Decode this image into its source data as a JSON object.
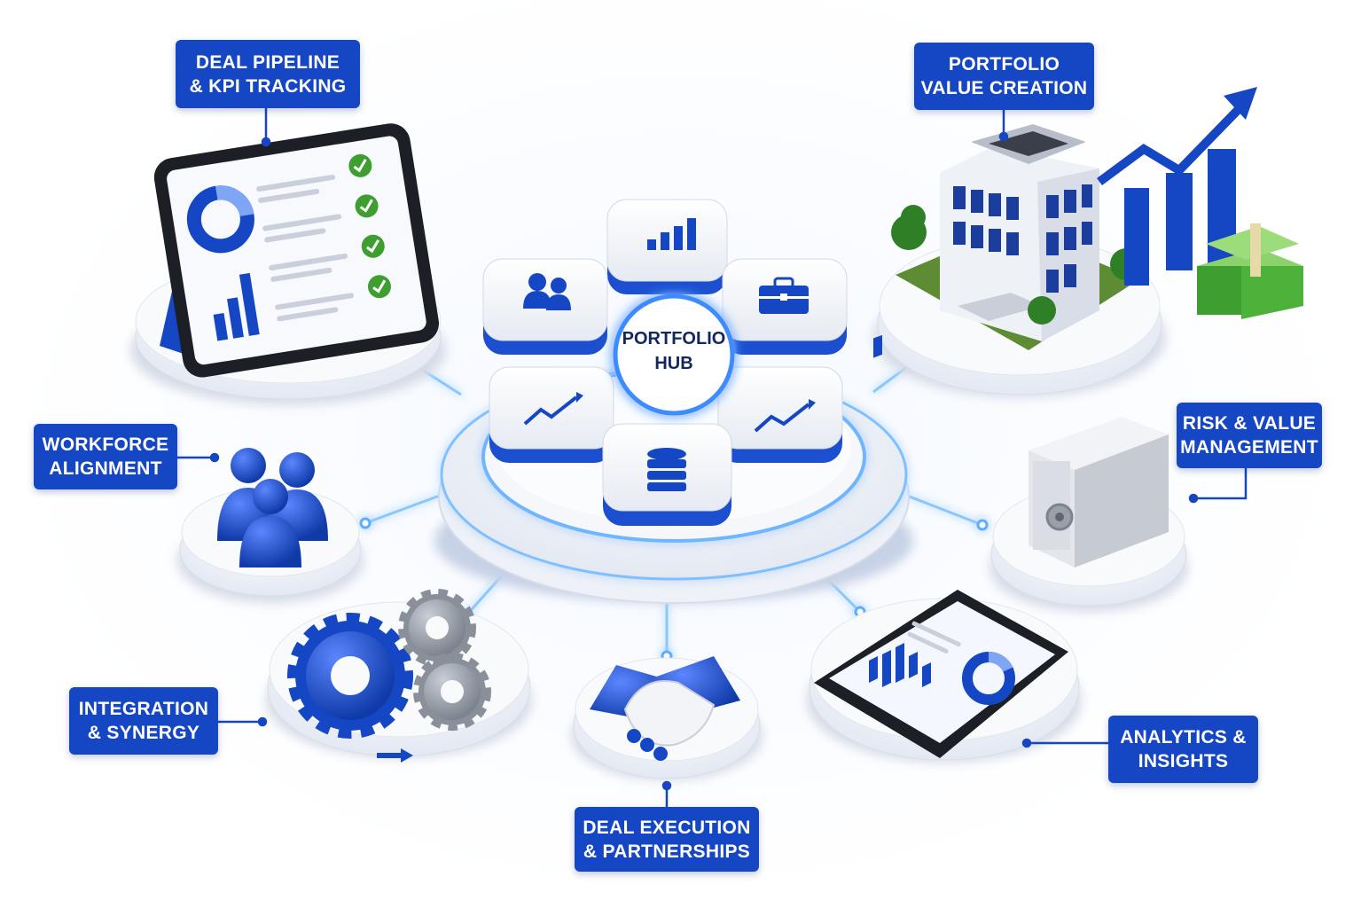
{
  "hub": {
    "line1": "PORTFOLIO",
    "line2": "HUB"
  },
  "nodes": {
    "deal_pipeline": {
      "line1": "DEAL PIPELINE",
      "line2": "& KPI TRACKING"
    },
    "portfolio_value": {
      "line1": "PORTFOLIO",
      "line2": "VALUE CREATION"
    },
    "workforce": {
      "line1": "WORKFORCE",
      "line2": "ALIGNMENT"
    },
    "risk_value": {
      "line1": "RISK & VALUE",
      "line2": "MANAGEMENT"
    },
    "integration": {
      "line1": "INTEGRATION",
      "line2": "& SYNERGY"
    },
    "analytics": {
      "line1": "ANALYTICS &",
      "line2": "INSIGHTS"
    },
    "deal_execution": {
      "line1": "DEAL EXECUTION",
      "line2": "& PARTNERSHIPS"
    }
  },
  "colors": {
    "accent": "#1546c4",
    "glow": "#4aa3ff",
    "platform": "#eef1f7",
    "green": "#3e9e2f"
  },
  "icons": [
    "people-icon",
    "bar-chart-icon",
    "briefcase-icon",
    "trend-up-icon",
    "database-icon",
    "tablet-icon",
    "office-building-icon",
    "money-stack-icon",
    "safe-icon",
    "gears-icon",
    "handshake-icon",
    "checkmark-icon",
    "donut-chart-icon"
  ]
}
